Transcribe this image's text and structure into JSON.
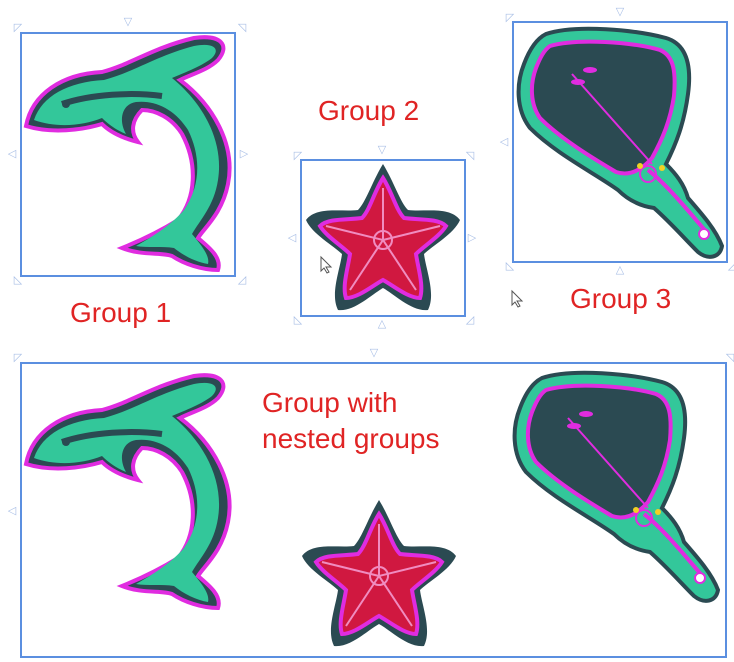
{
  "labels": {
    "group1": "Group 1",
    "group2": "Group 2",
    "group3": "Group 3",
    "nested_line1": "Group with",
    "nested_line2": "nested groups"
  },
  "icons": {
    "dolphin": "dolphin-design",
    "starfish": "starfish-design",
    "stingray": "stingray-design",
    "handle": "selection-handle",
    "cursor": "mouse-pointer"
  },
  "colors": {
    "selection_border": "#5b8fe0",
    "label": "#e02424",
    "outline": "#e02ce0",
    "dolphin_fill": "#33c79a",
    "dark_fill": "#2b4a52",
    "star_fill": "#d01840"
  }
}
